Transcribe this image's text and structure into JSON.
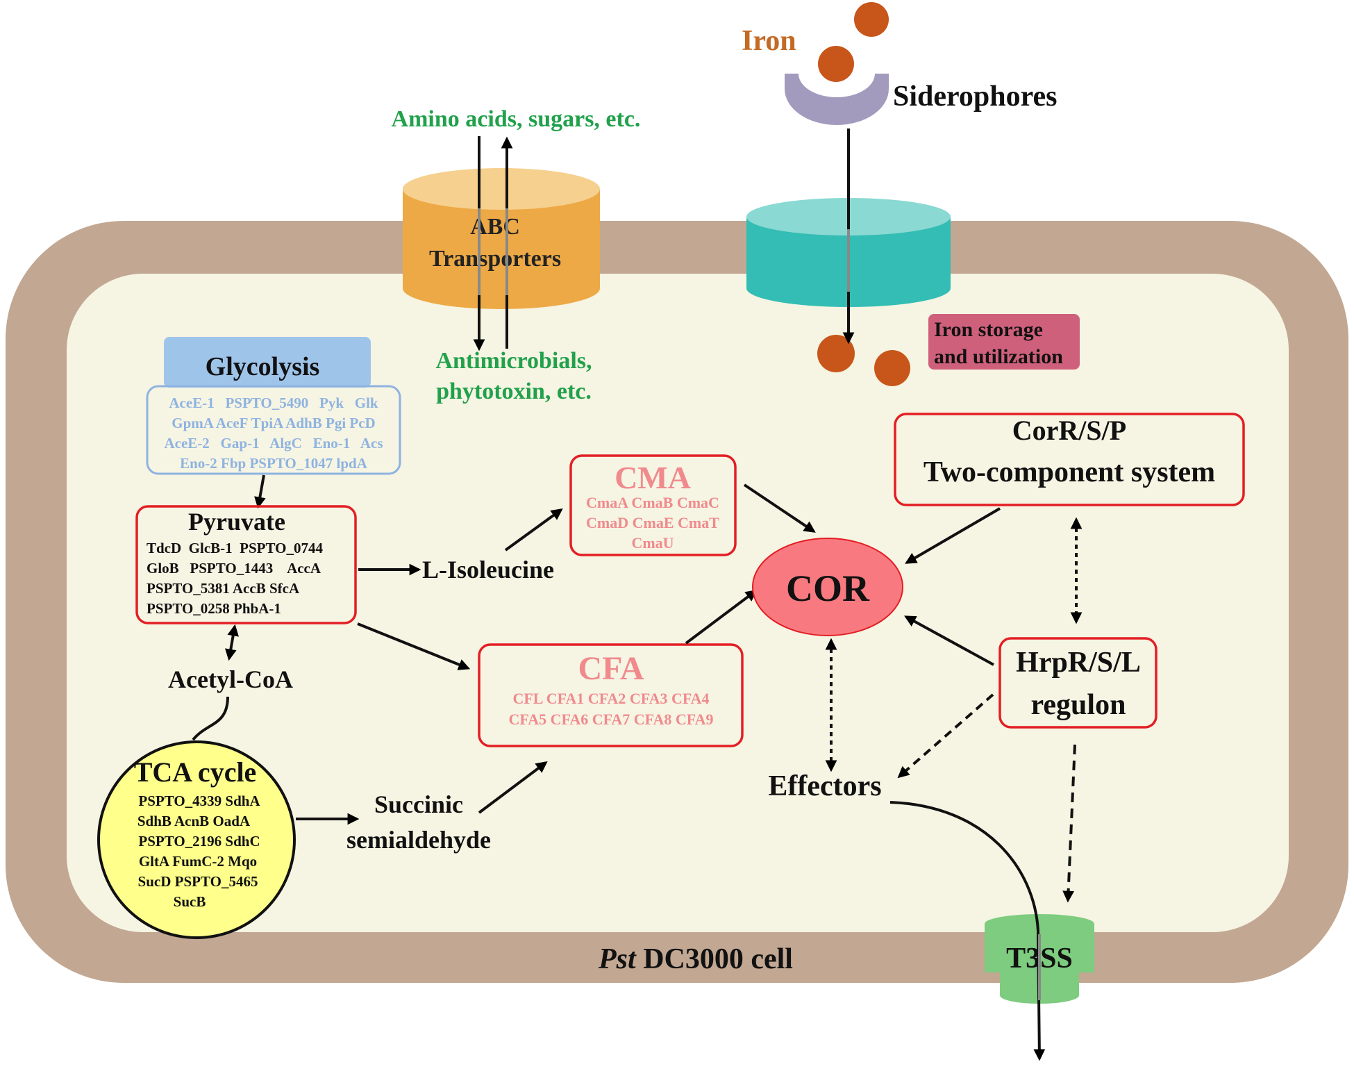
{
  "colors": {
    "membrane": "#c2a792",
    "cytoplasm": "#f6f4e3",
    "transporter": "#eda945",
    "transporter_top": "#f6d08e",
    "siderophore_channel": "#34bdb4",
    "siderophore_channel_top": "#8ad9d3",
    "siderophore_cup": "#a29bbd",
    "iron": "#c8561a",
    "iron_label": "#c46a25",
    "green_text": "#21a14b",
    "iron_storage": "#cf607c",
    "glycolysis_header": "#9ec4ea",
    "glycolysis_text": "#8eb3e0",
    "red_border": "#e31e24",
    "pink_text": "#f08a8d",
    "cor": "#f87a80",
    "tca": "#ffff8c",
    "t3ss": "#7dcc7f"
  },
  "iron": {
    "label": "Iron"
  },
  "siderophores": {
    "label": "Siderophores"
  },
  "abc": {
    "inflow_label": "Amino acids, sugars, etc.",
    "line1": "ABC",
    "line2": "Transporters",
    "outflow_line1": "Antimicrobials,",
    "outflow_line2": "phytotoxin, etc."
  },
  "iron_storage": {
    "line1": "Iron storage",
    "line2": "and utilization"
  },
  "glycolysis": {
    "title": "Glycolysis",
    "genes": [
      "AceE-1   PSPTO_5490   Pyk   Glk",
      "GpmA AceF TpiA AdhB Pgi PcD",
      "AceE-2   Gap-1   AlgC   Eno-1   Acs",
      "Eno-2 Fbp PSPTO_1047 lpdA"
    ]
  },
  "pyruvate": {
    "title": "Pyruvate",
    "genes": [
      "TdcD  GlcB-1  PSPTO_0744",
      "GloB   PSPTO_1443    AccA",
      "PSPTO_5381 AccB SfcA",
      "PSPTO_0258 PhbA-1"
    ]
  },
  "l_isoleucine": {
    "label": "L-Isoleucine"
  },
  "acetyl_coa": {
    "label": "Acetyl-CoA"
  },
  "cma": {
    "title": "CMA",
    "genes": [
      "CmaA CmaB CmaC",
      "CmaD CmaE CmaT",
      "CmaU"
    ]
  },
  "cfa": {
    "title": "CFA",
    "genes": [
      "CFL CFA1 CFA2 CFA3 CFA4",
      "CFA5 CFA6 CFA7 CFA8 CFA9"
    ]
  },
  "cor": {
    "label": "COR"
  },
  "corrsp": {
    "line1": "CorR/S/P",
    "line2": "Two-component system"
  },
  "hrp": {
    "line1": "HrpR/S/L",
    "line2": "regulon"
  },
  "tca": {
    "title": "TCA cycle",
    "genes": [
      "PSPTO_4339 SdhA",
      "SdhB AcnB OadA",
      "PSPTO_2196 SdhC",
      "GltA FumC-2 Mqo",
      "SucD PSPTO_5465",
      "SucB"
    ]
  },
  "succinic": {
    "line1": "Succinic",
    "line2": "semialdehyde"
  },
  "effectors": {
    "label": "Effectors"
  },
  "t3ss": {
    "label": "T3SS"
  },
  "cell": {
    "label_italic": "Pst",
    "label_rest": " DC3000 cell"
  }
}
